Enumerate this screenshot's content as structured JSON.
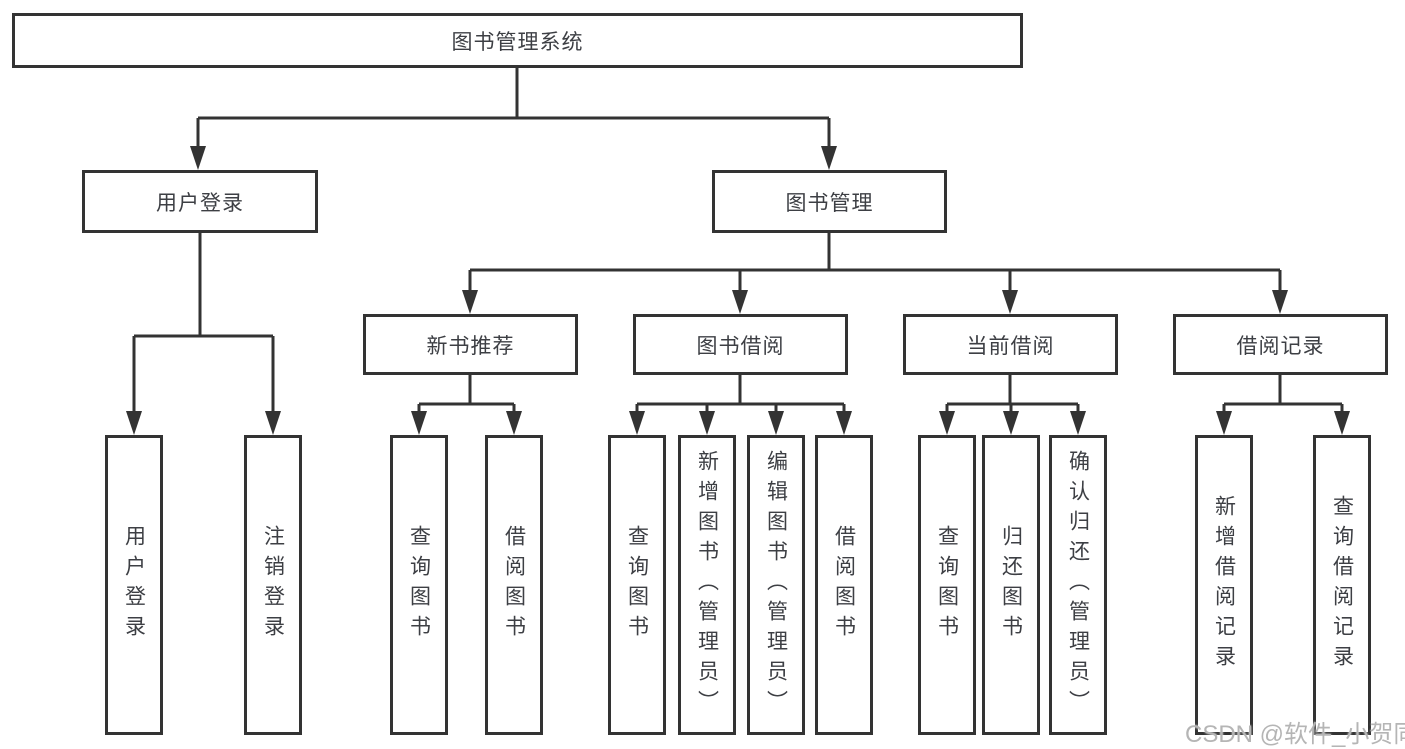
{
  "diagram": {
    "root": {
      "label": "图书管理系统"
    },
    "branches": [
      {
        "label": "用户登录",
        "children": [
          {
            "label": "用户登录"
          },
          {
            "label": "注销登录"
          }
        ]
      },
      {
        "label": "图书管理",
        "children": [
          {
            "label": "新书推荐",
            "children": [
              {
                "label": "查询图书"
              },
              {
                "label": "借阅图书"
              }
            ]
          },
          {
            "label": "图书借阅",
            "children": [
              {
                "label": "查询图书"
              },
              {
                "label": "新增图书（管理员）"
              },
              {
                "label": "编辑图书（管理员）"
              },
              {
                "label": "借阅图书"
              }
            ]
          },
          {
            "label": "当前借阅",
            "children": [
              {
                "label": "查询图书"
              },
              {
                "label": "归还图书"
              },
              {
                "label": "确认归还（管理员）"
              }
            ]
          },
          {
            "label": "借阅记录",
            "children": [
              {
                "label": "新增借阅记录"
              },
              {
                "label": "查询借阅记录"
              }
            ]
          }
        ]
      }
    ]
  },
  "colors": {
    "line": "#333333",
    "text": "#3d3f44",
    "watermark": "#b5b5b5"
  },
  "watermark": {
    "text": "CSDN @软件_小贺同学"
  }
}
